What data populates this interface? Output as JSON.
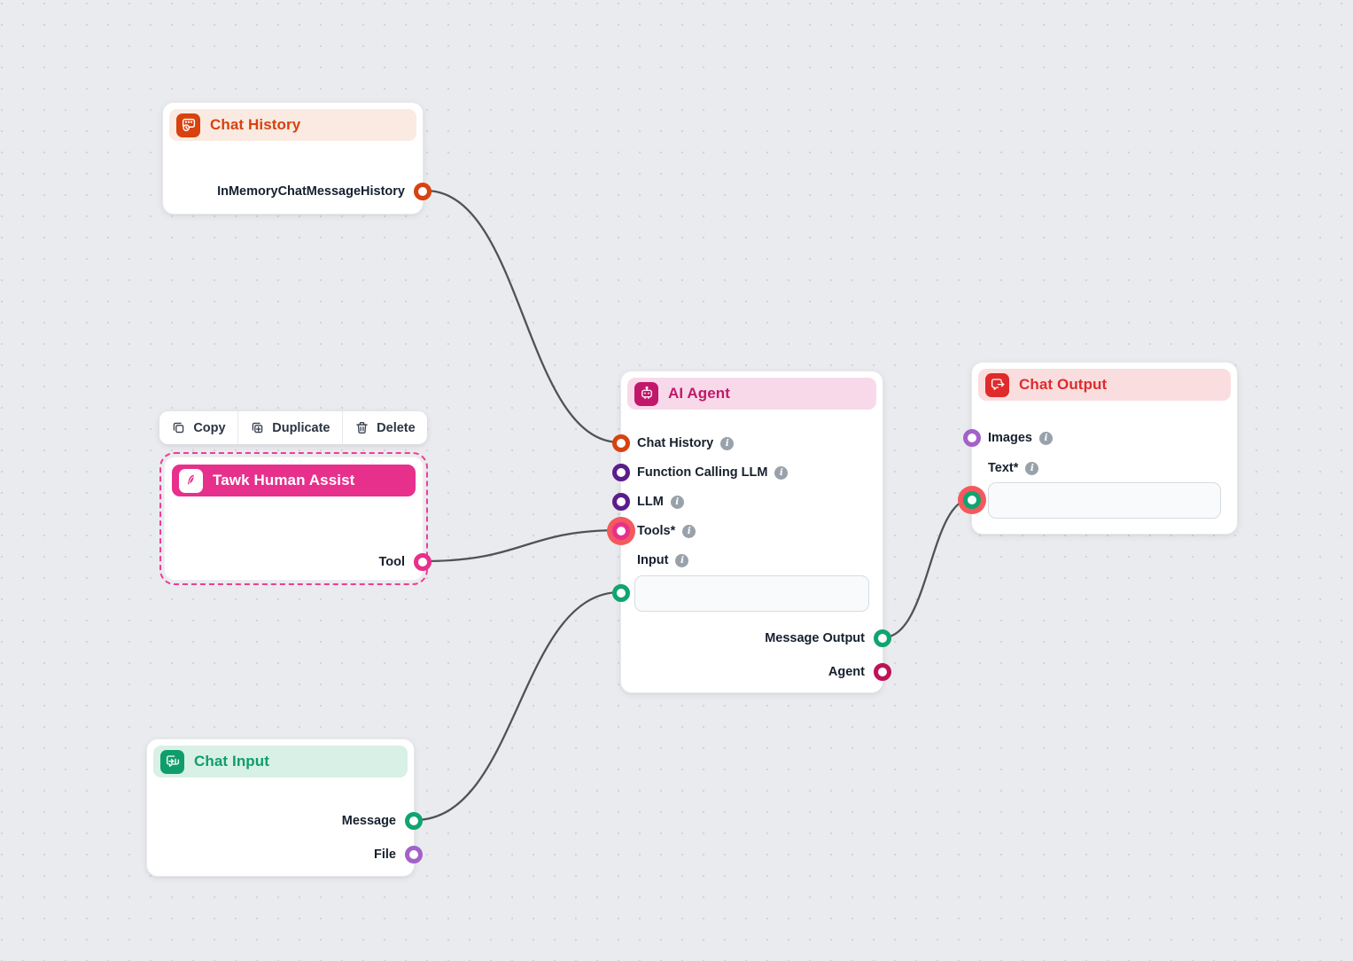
{
  "canvas": {
    "background": "#eaebee",
    "dot_color": "#d2d4d9",
    "edge_color": "#4f5256",
    "connected_glow": "#f3595e"
  },
  "toolbar": {
    "copy_label": "Copy",
    "duplicate_label": "Duplicate",
    "delete_label": "Delete"
  },
  "nodes": {
    "chat_history": {
      "title": "Chat History",
      "accent": "#d7420e",
      "header_bg": "#faeae2",
      "icon": "chat-history-icon",
      "output_label": "InMemoryChatMessageHistory",
      "output_port_color": "#d7420e"
    },
    "tawk_human_assist": {
      "title": "Tawk Human Assist",
      "accent": "#e7308c",
      "header_bg": "#e7308c",
      "title_color": "#ffffff",
      "icon": "tawk-feather-icon",
      "selected": true,
      "output_label": "Tool",
      "output_port_color": "#e7308c"
    },
    "ai_agent": {
      "title": "AI Agent",
      "accent": "#c2186b",
      "header_bg": "#f8d9e9",
      "icon": "robot-icon",
      "inputs": [
        {
          "label": "Chat History",
          "port_color": "#d7420e",
          "has_info": true
        },
        {
          "label": "Function Calling LLM",
          "port_color": "#5b1d8a",
          "has_info": true
        },
        {
          "label": "LLM",
          "port_color": "#5b1d8a",
          "has_info": true
        },
        {
          "label": "Tools*",
          "port_color": "#e7308c",
          "has_info": true,
          "connected": true
        },
        {
          "label": "Input",
          "port_color": "#10a56e",
          "has_info": true,
          "field_value": ""
        }
      ],
      "outputs": [
        {
          "label": "Message Output",
          "port_color": "#10a56e"
        },
        {
          "label": "Agent",
          "port_color": "#bf1257"
        }
      ]
    },
    "chat_output": {
      "title": "Chat Output",
      "accent": "#e02b2b",
      "header_bg": "#fadddf",
      "icon": "chat-output-icon",
      "inputs": [
        {
          "label": "Images",
          "port_color": "#a361c9",
          "has_info": true
        },
        {
          "label": "Text*",
          "port_color": "#10a56e",
          "has_info": true,
          "connected": true,
          "field_value": ""
        }
      ]
    },
    "chat_input": {
      "title": "Chat Input",
      "accent": "#109d6c",
      "header_bg": "#d8f0e5",
      "icon": "chat-input-icon",
      "outputs": [
        {
          "label": "Message",
          "port_color": "#10a56e"
        },
        {
          "label": "File",
          "port_color": "#a361c9"
        }
      ]
    }
  },
  "edges": [
    {
      "from": "chat-history.InMemoryChatMessageHistory",
      "to": "ai-agent.Chat History"
    },
    {
      "from": "tawk-human-assist.Tool",
      "to": "ai-agent.Tools*"
    },
    {
      "from": "chat-input.Message",
      "to": "ai-agent.Input"
    },
    {
      "from": "ai-agent.Message Output",
      "to": "chat-output.Text*"
    }
  ]
}
